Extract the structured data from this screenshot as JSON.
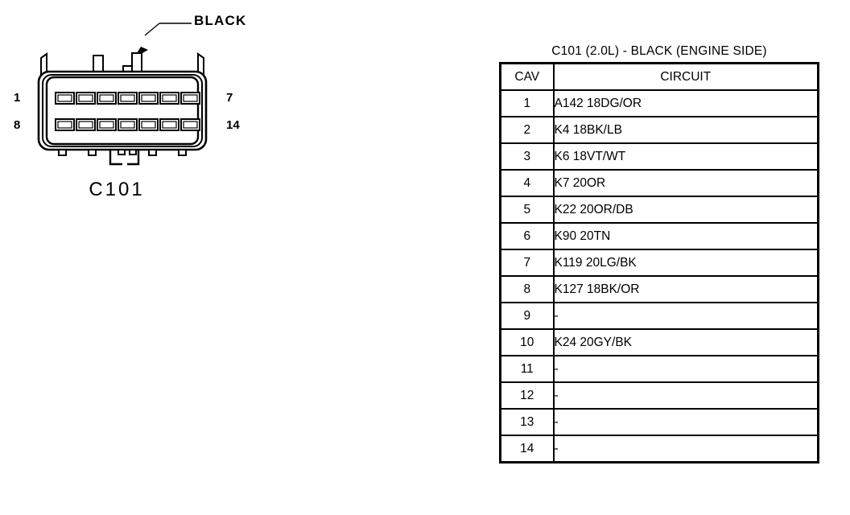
{
  "diagram": {
    "callout": {
      "label": "BLACK",
      "icon": "arrow-pointer-icon"
    },
    "connector_name": "C101",
    "pin_labels": {
      "top_left": "1",
      "bottom_left": "8",
      "top_right": "7",
      "bottom_right": "14"
    },
    "cavity_rows": 2,
    "cavities_per_row": 7,
    "colors": {
      "line": "#000000",
      "background": "#ffffff"
    }
  },
  "table": {
    "title": "C101 (2.0L) - BLACK (ENGINE SIDE)",
    "columns": [
      "CAV",
      "CIRCUIT"
    ],
    "rows": [
      {
        "cav": "1",
        "circuit": "A142 18DG/OR"
      },
      {
        "cav": "2",
        "circuit": "K4 18BK/LB"
      },
      {
        "cav": "3",
        "circuit": "K6 18VT/WT"
      },
      {
        "cav": "4",
        "circuit": "K7 20OR"
      },
      {
        "cav": "5",
        "circuit": "K22 20OR/DB"
      },
      {
        "cav": "6",
        "circuit": "K90 20TN"
      },
      {
        "cav": "7",
        "circuit": "K119 20LG/BK"
      },
      {
        "cav": "8",
        "circuit": "K127 18BK/OR"
      },
      {
        "cav": "9",
        "circuit": "-"
      },
      {
        "cav": "10",
        "circuit": "K24 20GY/BK"
      },
      {
        "cav": "11",
        "circuit": "-"
      },
      {
        "cav": "12",
        "circuit": "-"
      },
      {
        "cav": "13",
        "circuit": "-"
      },
      {
        "cav": "14",
        "circuit": "-"
      }
    ]
  }
}
